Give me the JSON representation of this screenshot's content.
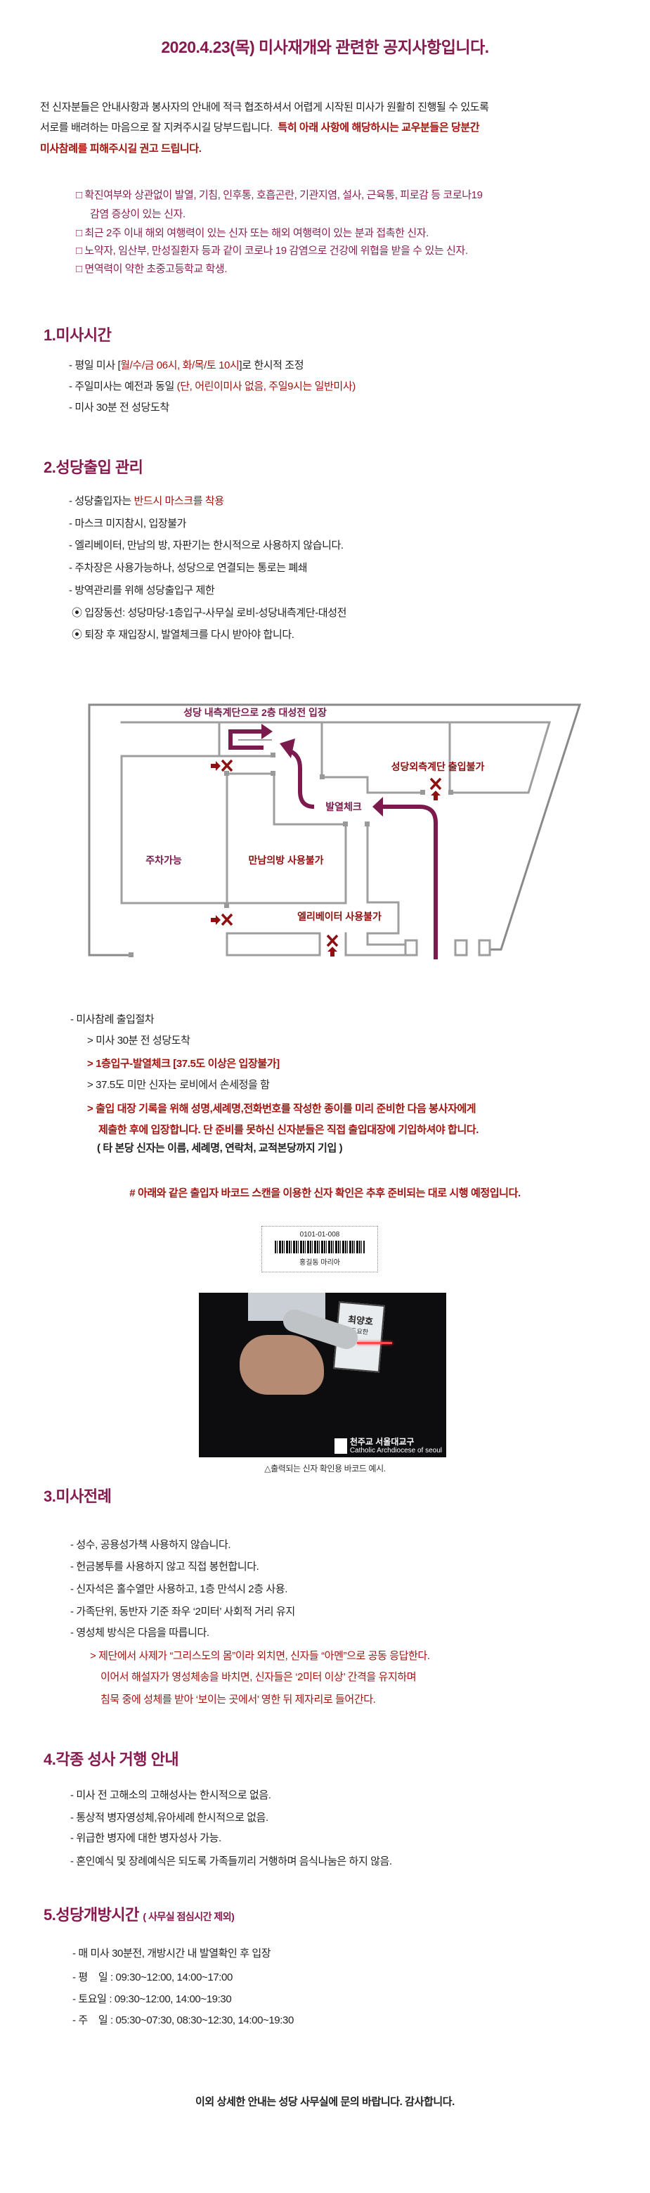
{
  "title": "2020.4.23(목) 미사재개와 관련한 공지사항입니다.",
  "intro": {
    "line1": "전 신자분들은 안내사항과 봉사자의 안내에 적극 협조하셔서 어렵게 시작된 미사가 원활히 진행될 수 있도록",
    "line2": "서로를 배려하는 마음으로 잘 지켜주시길 당부드립니다.",
    "line2_red": "특히 아래 사항에 해당하시는 교우분들은 당분간",
    "line3_red": "미사참례를 피해주시길 권고 드립니다."
  },
  "restrictions": [
    "□ 확진여부와 상관없이 발열, 기침, 인후통, 호흡곤란, 기관지염, 설사, 근육통, 피로감 등 코로나19",
    "감염 증상이 있는 신자.",
    "□ 최근 2주 이내 해외 여행력이 있는 신자 또는 해외 여행력이 있는 분과 접촉한 신자.",
    "□ 노약자, 임산부, 만성질환자 등과 같이 코로나 19 감염으로 건강에 위협을 받을 수 있는 신자.",
    "□ 면역력이 약한 초중고등학교 학생."
  ],
  "s1": {
    "title": "1.미사시간",
    "i1a": "- 평일 미사 [",
    "i1b": "월/수/금 06시, 화/목/토 10시",
    "i1c": "]로 한시적 조정",
    "i2a": "- 주일미사는 예전과 동일 ",
    "i2b": "(단, 어린이미사 없음, 주일9시는 일반미사)",
    "i3": "- 미사 30분 전 성당도착"
  },
  "s2": {
    "title": "2.성당출입 관리",
    "i1a": "- 성당출입자는 ",
    "i1b": "반드시 마스크를 착용",
    "i2": "- 마스크 미지참시, 입장불가",
    "i3": "- 엘리베이터, 만남의 방, 자판기는 한시적으로 사용하지 않습니다.",
    "i4": "- 주차장은 사용가능하나, 성당으로 연결되는 통로는 폐쇄",
    "i5": "- 방역관리를 위해 성당출입구 제한",
    "i6": "⦿ 입장동선: 성당마당-1층입구-사무실 로비-성당내측계단-대성전",
    "i7": "⦿ 퇴장 후 재입장시, 발열체크를 다시 받아야 합니다."
  },
  "map": {
    "top_label": "성당 내측계단으로 2층 대성전 입장",
    "outer_stairs": "성당외측계단 출입불가",
    "fever_check": "발열체크",
    "parking": "주차가능",
    "meeting_room": "만남의방 사용불가",
    "elevator": "엘리베이터 사용불가",
    "colors": {
      "route": "#7b1a4c",
      "blocked": "#8e1010",
      "wall": "#9a9a9a"
    }
  },
  "procedure": {
    "head": "-  미사참례 출입절차",
    "p1": "> 미사 30분 전 성당도착",
    "p2": "> 1층입구-발열체크 [37.5도 이상은 입장불가]",
    "p3": "> 37.5도 미만 신자는 로비에서 손세정을 함",
    "p4": "> 출입 대장 기록을 위해  성명,세례명,전화번호를 작성한 종이를 미리 준비한 다음 봉사자에게",
    "p5": "제출한 후에 입장합니다. 단 준비를 못하신 신자분들은 직접 출입대장에 기입하셔야 합니다.",
    "p6": "( 타 본당 신자는 이름, 세례명, 연락처, 교적본당까지 기입 )",
    "notice": "# 아래와 같은 출입자 바코드 스캔을 이용한 신자 확인은 추후 준비되는 대로 시행 예정입니다."
  },
  "barcode": {
    "number": "0101-01-008",
    "name": "홍길동 마리아"
  },
  "photo": {
    "badge_name": "최양호",
    "badge_baptism": "도요한",
    "logo_kr": "천주교 서울대교구",
    "logo_en": "Catholic Archdiocese of seoul",
    "caption": "△출력되는 신자 확인용 바코드 예시."
  },
  "s3": {
    "title": "3.미사전례",
    "items": [
      "- 성수, 공용성가책 사용하지 않습니다.",
      "- 헌금봉투를 사용하지 않고 직접 봉헌합니다.",
      "- 신자석은 홀수열만 사용하고, 1층 만석시 2층 사용.",
      "- 가족단위, 동반자 기준 좌우 ‘2미터’ 사회적 거리 유지",
      "- 영성체 방식은 다음을 따릅니다."
    ],
    "red": [
      "> 제단에서 사제가 “그리스도의 몸”이라 외치면, 신자들 “아멘”으로 공동 응답한다.",
      "이어서 해설자가 영성체송을 바치면, 신자들은 ‘2미터 이상’ 간격을 유지하며",
      "침묵 중에 성체를 받아 ‘보이는 곳에서’ 영한 뒤 제자리로 들어간다."
    ]
  },
  "s4": {
    "title": "4.각종 성사 거행 안내",
    "items": [
      "- 미사 전 고해소의 고해성사는 한시적으로 없음.",
      "- 통상적 병자영성체,유아세례 한시적으로 없음.",
      "- 위급한 병자에 대한 병자성사 가능.",
      "- 혼인예식 및 장례예식은 되도록 가족들끼리 거행하며 음식나눔은 하지 않음."
    ]
  },
  "s5": {
    "title": "5.성당개방시간",
    "subtitle": "( 사무실 점심시간 제외)",
    "items": [
      "- 매 미사 30분전, 개방시간 내 발열확인 후 입장",
      "- 평    일 : 09:30~12:00, 14:00~17:00",
      "- 토요일 : 09:30~12:00, 14:00~19:30",
      "- 주    일 : 05:30~07:30, 08:30~12:30, 14:00~19:30"
    ]
  },
  "footer": "이외 상세한 안내는 성당 사무실에 문의 바랍니다. 감사합니다."
}
